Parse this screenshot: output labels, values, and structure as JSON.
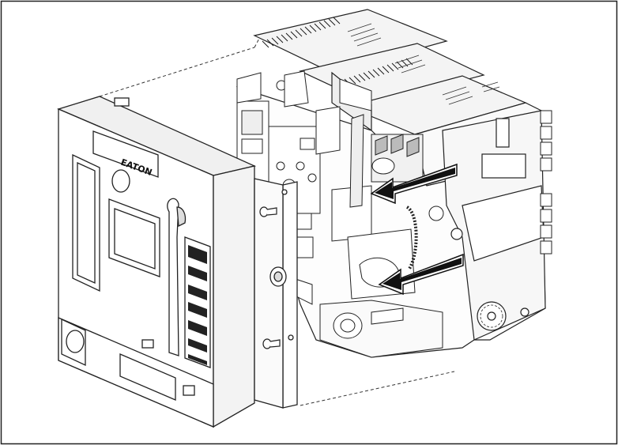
{
  "figure": {
    "brand_text": "EATON",
    "label_strip_count": 7,
    "arrow_count": 2,
    "mount_screw_count": 2
  }
}
